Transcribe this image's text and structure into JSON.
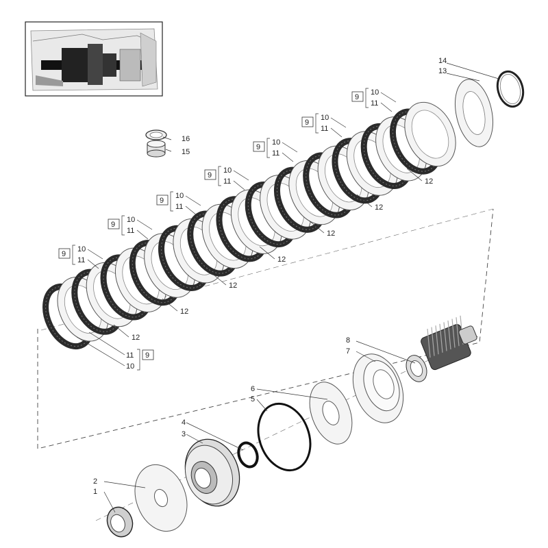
{
  "diagram": {
    "callouts": {
      "p1": "1",
      "p2": "2",
      "p3": "3",
      "p4": "4",
      "p5": "5",
      "p6": "6",
      "p7": "7",
      "p8": "8",
      "p9": "9",
      "p10": "10",
      "p11": "11",
      "p12": "12",
      "p13": "13",
      "p14": "14",
      "p15": "15",
      "p16": "16"
    }
  }
}
